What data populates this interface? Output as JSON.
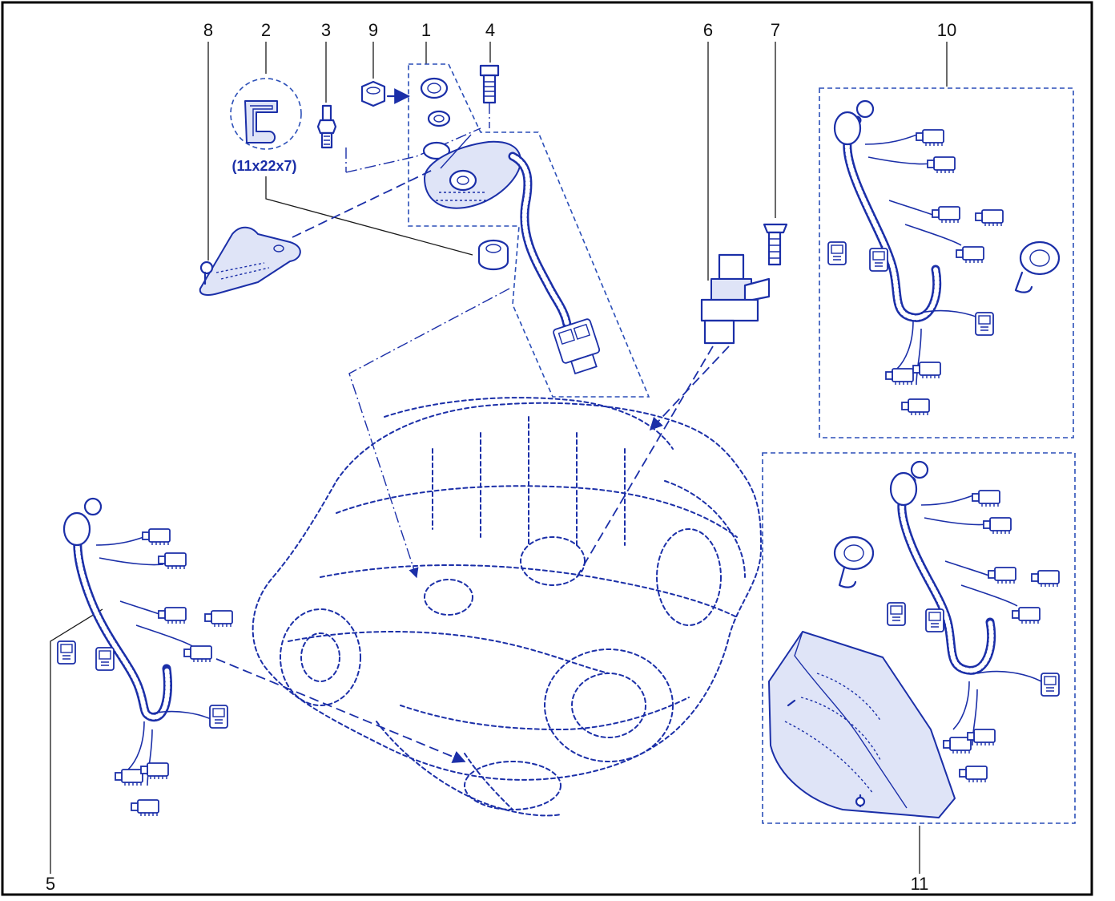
{
  "callouts": [
    "1",
    "2",
    "3",
    "4",
    "5",
    "6",
    "7",
    "8",
    "9",
    "10",
    "11"
  ],
  "seal_dimension": "(11x22x7)",
  "colors": {
    "line": "#1b2fa8",
    "frame": "#000000",
    "text": "#111111"
  }
}
